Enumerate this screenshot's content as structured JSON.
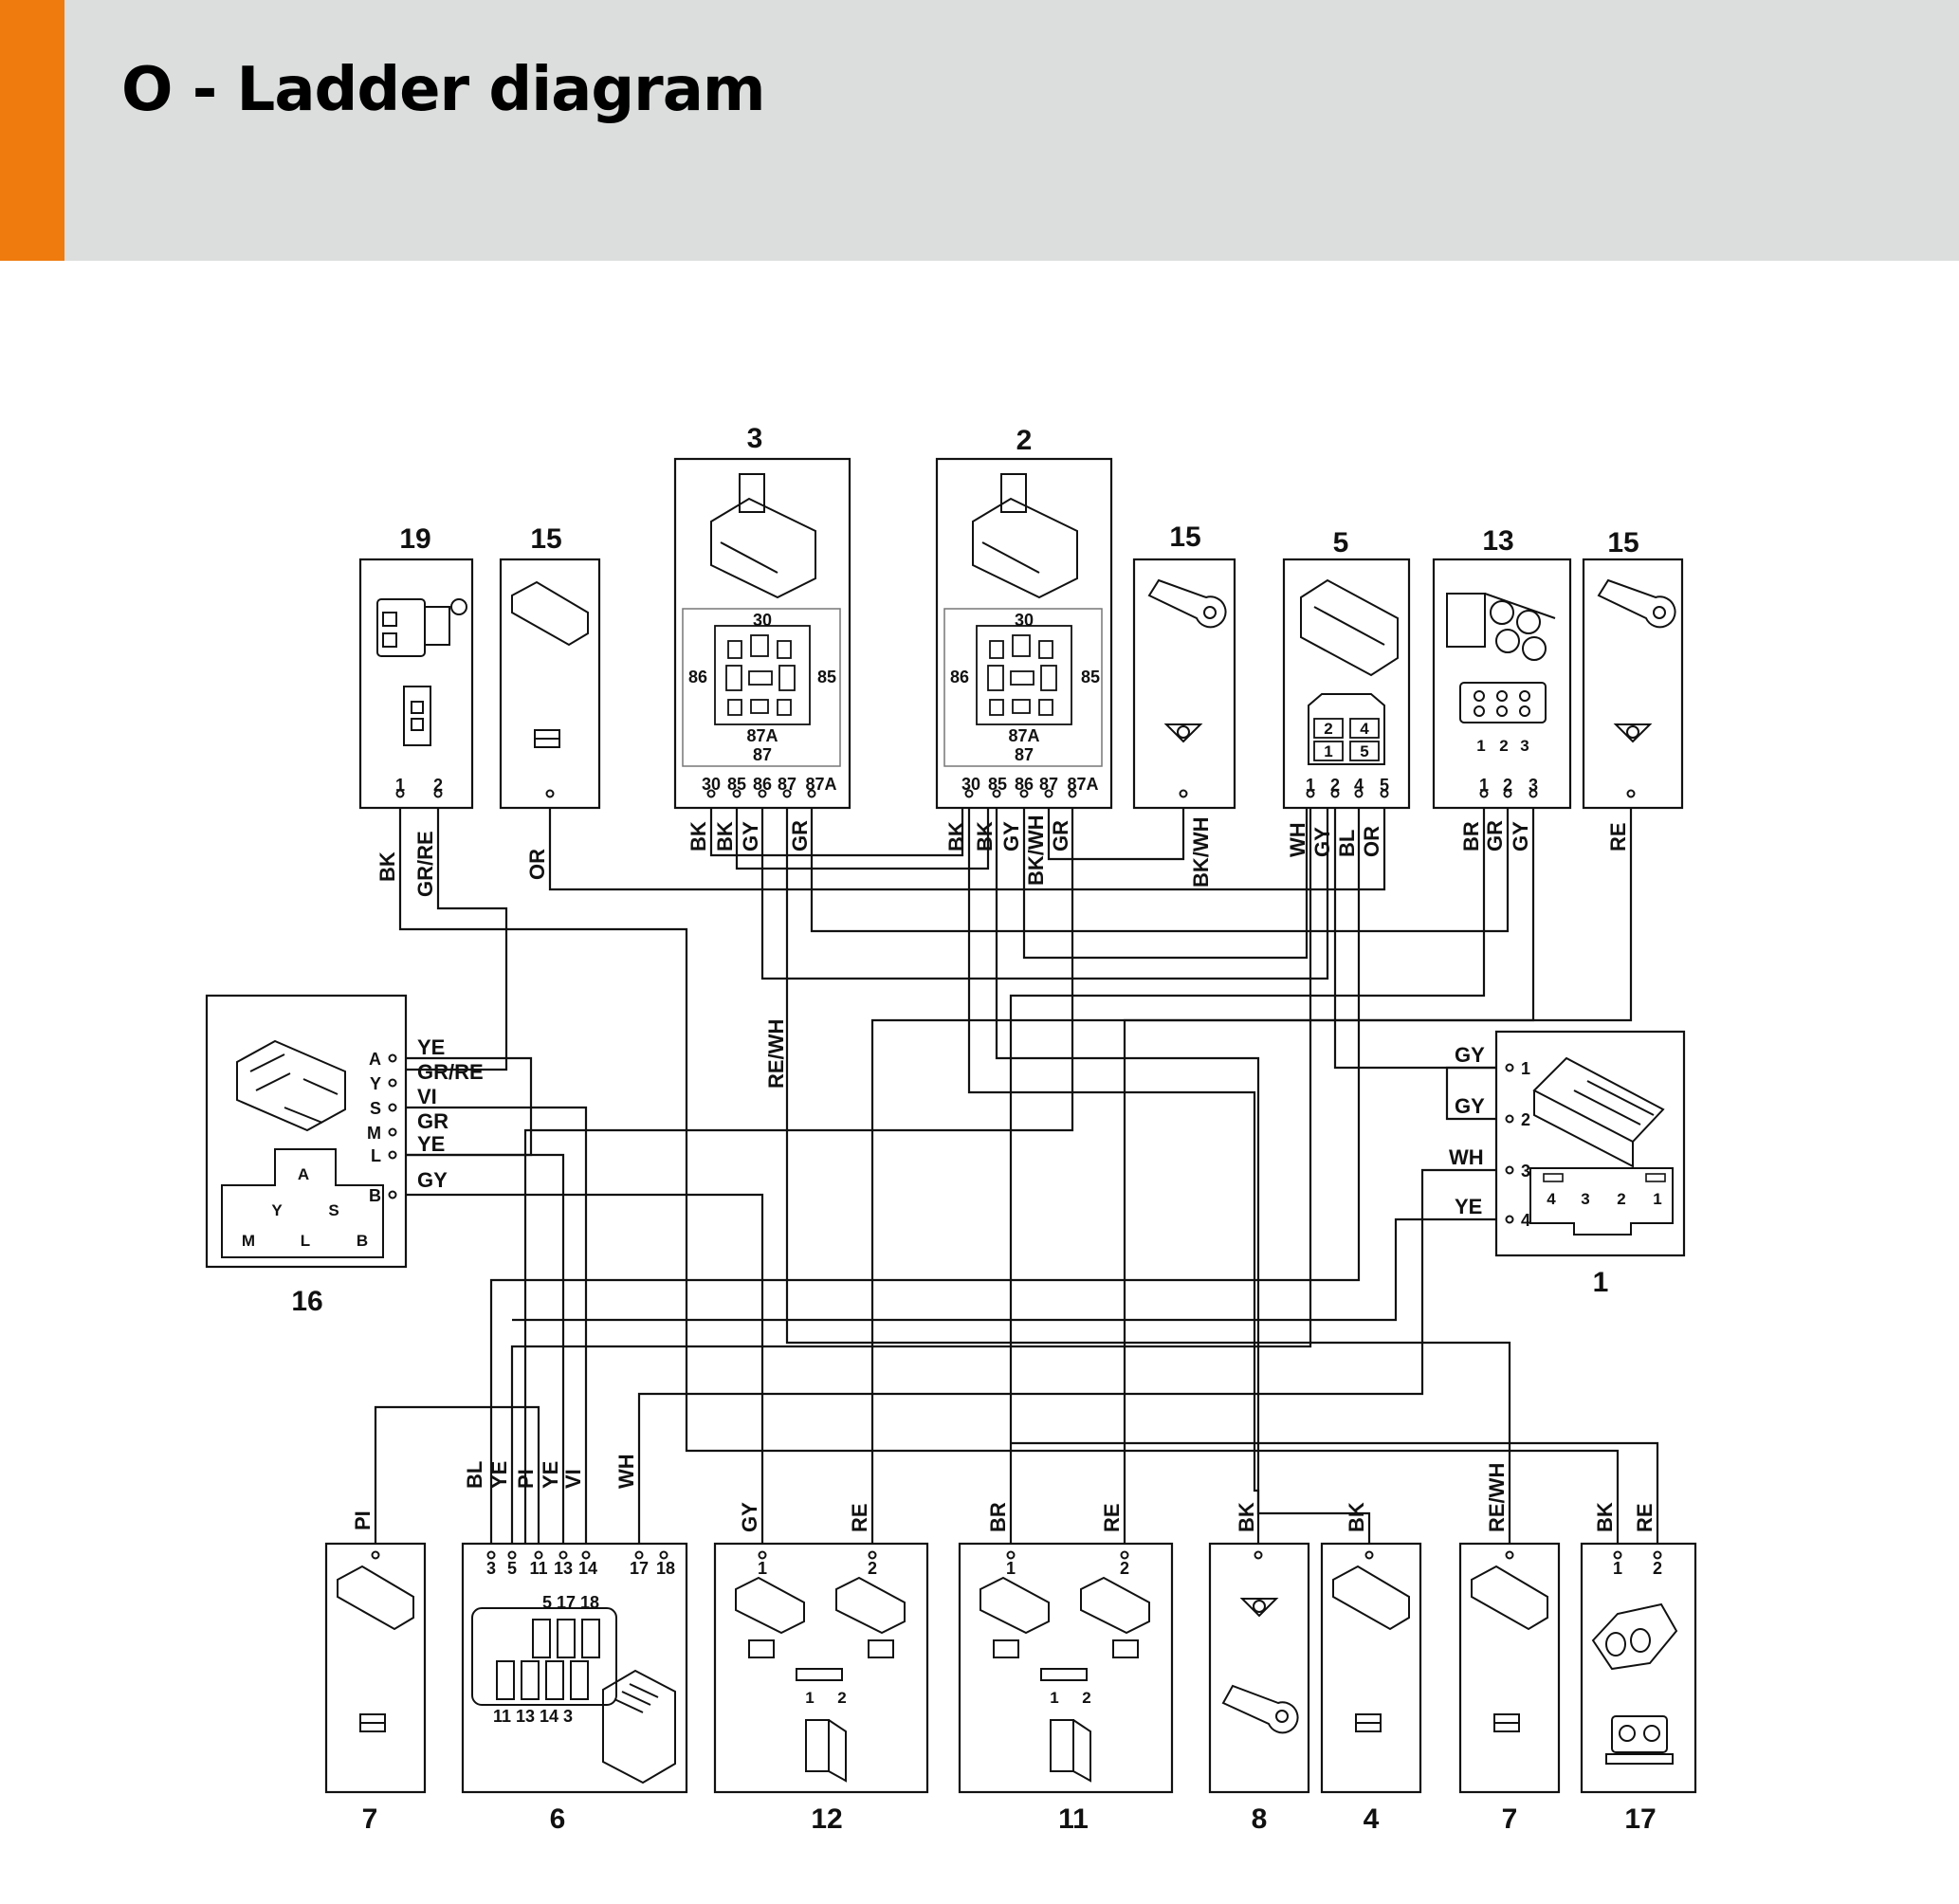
{
  "header": {
    "title": "O - Ladder diagram",
    "accent_color": "#ef7a0e",
    "background_color": "#dcdddd"
  },
  "components": [
    {
      "id": "c19",
      "number": "19",
      "pins": [
        "1",
        "2"
      ]
    },
    {
      "id": "c15a",
      "number": "15"
    },
    {
      "id": "c3",
      "number": "3",
      "pins": [
        "30",
        "85",
        "86",
        "87",
        "87A"
      ],
      "relay_labels": {
        "top": "30",
        "left": "86",
        "right": "85",
        "bottom1": "87A",
        "bottom2": "87"
      }
    },
    {
      "id": "c2",
      "number": "2",
      "pins": [
        "30",
        "85",
        "86",
        "87",
        "87A"
      ],
      "relay_labels": {
        "top": "30",
        "left": "86",
        "right": "85",
        "bottom1": "87A",
        "bottom2": "87"
      }
    },
    {
      "id": "c15b",
      "number": "15"
    },
    {
      "id": "c5",
      "number": "5",
      "pins": [
        "1",
        "2",
        "4",
        "5"
      ]
    },
    {
      "id": "c13",
      "number": "13",
      "pins": [
        "1",
        "2",
        "3"
      ]
    },
    {
      "id": "c15c",
      "number": "15"
    },
    {
      "id": "c16",
      "number": "16",
      "pins": [
        "A",
        "Y",
        "S",
        "M",
        "L",
        "B"
      ]
    },
    {
      "id": "c1",
      "number": "1",
      "pins": [
        "1",
        "2",
        "3",
        "4"
      ]
    },
    {
      "id": "c7a",
      "number": "7"
    },
    {
      "id": "c6",
      "number": "6",
      "pins": [
        "3",
        "5",
        "11",
        "13",
        "14",
        "17",
        "18"
      ],
      "slot_labels_top": "5  17 18",
      "slot_labels_bottom": "11 13 14  3"
    },
    {
      "id": "c12",
      "number": "12",
      "pins": [
        "1",
        "2"
      ]
    },
    {
      "id": "c11",
      "number": "11",
      "pins": [
        "1",
        "2"
      ]
    },
    {
      "id": "c8",
      "number": "8"
    },
    {
      "id": "c4",
      "number": "4"
    },
    {
      "id": "c7b",
      "number": "7"
    },
    {
      "id": "c17",
      "number": "17",
      "pins": [
        "1",
        "2"
      ]
    }
  ],
  "connector_cells": {
    "c5": [
      "2",
      "4",
      "1",
      "5"
    ],
    "c13": [
      "1",
      "2",
      "3"
    ],
    "c16": [
      "A",
      "Y",
      "S",
      "M",
      "L",
      "B"
    ],
    "c1": [
      "4",
      "3",
      "2",
      "1"
    ],
    "c12": [
      "1",
      "2"
    ],
    "c11": [
      "1",
      "2"
    ]
  },
  "wire_labels": {
    "c19_1": "BK",
    "c19_2": "GR/RE",
    "c15a": "OR",
    "c3_30": "BK",
    "c3_85": "BK",
    "c3_86": "GY",
    "c3_87a": "GR",
    "c2_30": "BK",
    "c2_85": "BK",
    "c2_86": "GY",
    "c2_87": "BK/WH",
    "c2_87a": "GR",
    "c15b": "BK/WH",
    "c5_1": "WH",
    "c5_2": "GY",
    "c5_4": "BL",
    "c5_5": "OR",
    "c13_1": "BR",
    "c13_2": "GR",
    "c13_3": "GY",
    "c15c": "RE",
    "rewh_mid": "RE/WH",
    "c16_A": "YE",
    "c16_Y": "GR/RE",
    "c16_S": "VI",
    "c16_M": "GR",
    "c16_L": "YE",
    "c16_B": "GY",
    "c1_1": "GY",
    "c1_2": "GY",
    "c1_3": "WH",
    "c1_4": "YE",
    "c7a": "PI",
    "c6_3": "BL",
    "c6_5": "YE",
    "c6_11": "PI",
    "c6_13": "YE",
    "c6_14": "VI",
    "c6_17": "WH",
    "c12_1": "GY",
    "c12_2": "RE",
    "c11_1": "BR",
    "c11_2": "RE",
    "c8": "BK",
    "c4": "BK",
    "c7b": "RE/WH",
    "c17_1": "BK",
    "c17_2": "RE"
  }
}
